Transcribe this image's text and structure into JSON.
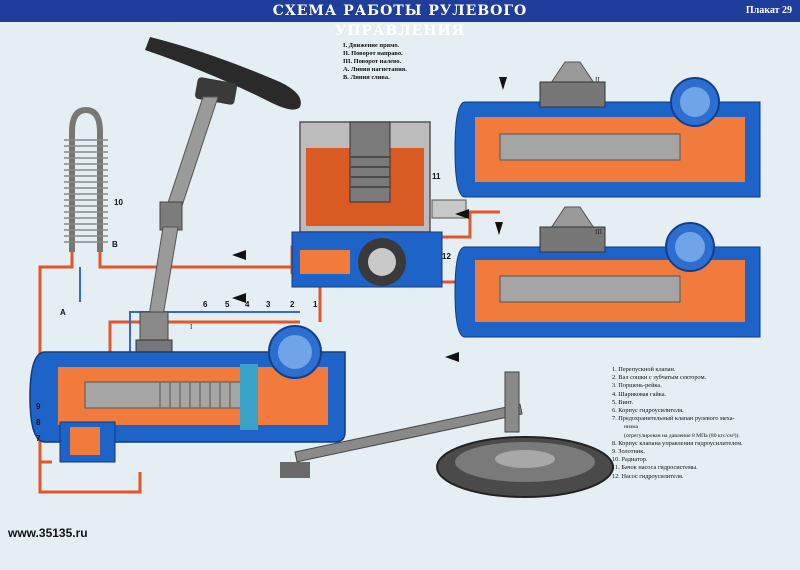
{
  "header": {
    "title": "СХЕМА РАБОТЫ РУЛЕВОГО УПРАВЛЕНИЯ",
    "plakat": "Плакат 29"
  },
  "legend_top": [
    "I. Движение прямо.",
    "II. Поворот направо.",
    "III. Поворот налево.",
    "А. Линия нагнетания.",
    "В. Линия слива."
  ],
  "legend_bottom": [
    "1. Перепускной клапан.",
    "2. Вал сошки с зубчатым сектором.",
    "3. Поршень-рейка.",
    "4. Шариковая гайка.",
    "5. Винт.",
    "6. Корпус гидроусилителя.",
    "7. Предохранительный клапан рулевого меха-",
    "низма",
    "(отрегулирован на давление 8 МПа (80 кгс/см²)).",
    "8. Корпус клапана управления гидроусилителем.",
    "9. Золотник.",
    "10. Радиатор.",
    "11. Бачок насоса гидросистемы.",
    "12. Насос гидроусилителя."
  ],
  "labels": {
    "n1": "1",
    "n2": "2",
    "n3": "3",
    "n4": "4",
    "n5": "5",
    "n6": "6",
    "n7": "7",
    "n8": "8",
    "n9": "9",
    "n10": "10",
    "n11": "11",
    "n12": "12",
    "lineA": "А",
    "lineB": "В",
    "modeI": "I",
    "modeII": "II",
    "modeIII": "III"
  },
  "footer": {
    "site": "www.35135.ru"
  },
  "colors": {
    "header_bg": "#1f3e9c",
    "pressure_line": "#e2562a",
    "drain_line": "#2f6bd6",
    "housing": "#1e63c8",
    "metal": "#9a9a9a",
    "background": "#e4eef3"
  }
}
